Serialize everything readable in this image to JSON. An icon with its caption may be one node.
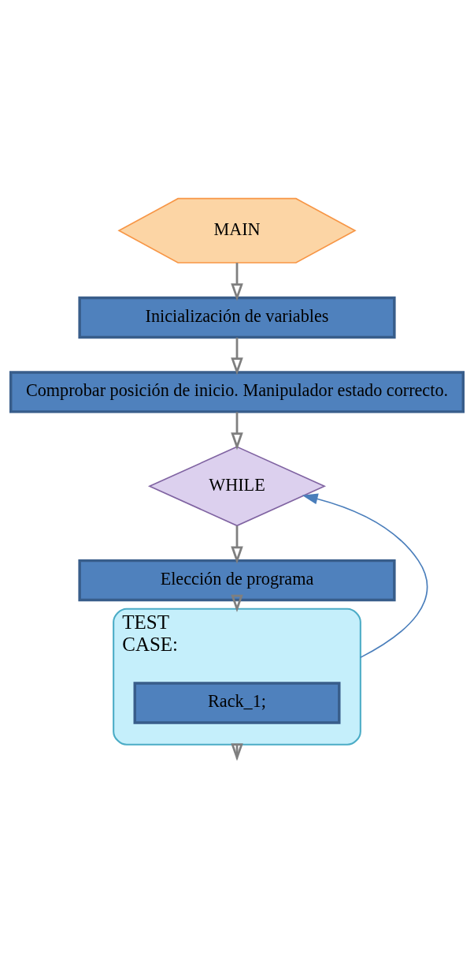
{
  "diagram": {
    "nodes": [
      {
        "text": [
          "MAIN"
        ]
      },
      {
        "text": [
          "Inicialización de variables"
        ]
      },
      {
        "text": [
          "Comprobar posición de inicio. Manipulador estado correcto."
        ]
      },
      {
        "text": [
          "WHILE"
        ]
      },
      {
        "text": [
          "Elección de programa"
        ]
      },
      {
        "text": [
          "TEST",
          "CASE:"
        ]
      },
      {
        "text": [
          "Rack_1;"
        ],
        "in": 5
      }
    ],
    "edges": [
      {
        "from": 0,
        "to": 1,
        "arrow": "to"
      },
      {
        "from": 1,
        "to": 2,
        "arrow": "to"
      },
      {
        "from": 2,
        "to": 3,
        "arrow": "to"
      },
      {
        "from": 3,
        "to": 4,
        "arrow": "to"
      },
      {
        "from": 4,
        "to": 5,
        "arrow": "to"
      },
      {
        "from": 5,
        "to": 3,
        "arrow": "to",
        "color": "#4a7ebb"
      },
      {
        "from": 5,
        "to": null,
        "arrow": "to"
      }
    ]
  }
}
